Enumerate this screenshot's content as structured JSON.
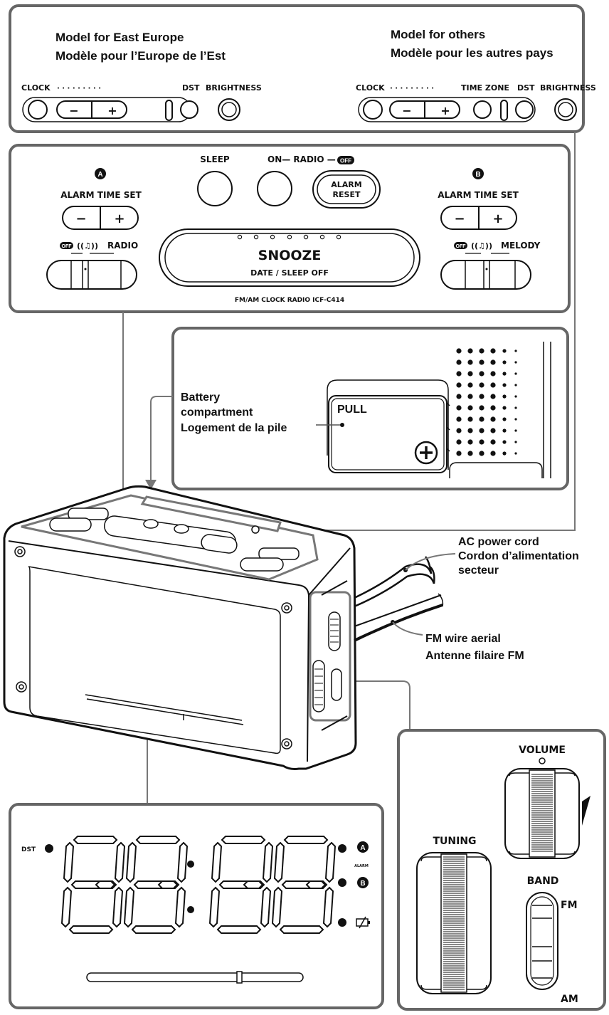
{
  "top_panel": {
    "east_europe_title_en": "Model for East Europe",
    "east_europe_title_fr": "Modèle pour l’Europe de l’Est",
    "others_title_en": "Model for others",
    "others_title_fr": "Modèle pour les autres pays",
    "clock": "CLOCK",
    "dots": "· · · · · · · · ·",
    "dst": "DST",
    "brightness": "BRIGHTNESS",
    "time_zone": "TIME ZONE",
    "minus": "−",
    "plus": "+"
  },
  "control_panel": {
    "marker_a": "A",
    "marker_b": "B",
    "alarm_time_set": "ALARM TIME SET",
    "sleep": "SLEEP",
    "on_radio": "ON— RADIO —",
    "off_badge": "OFF",
    "alarm": "ALARM",
    "reset": "RESET",
    "snooze": "SNOOZE",
    "date_sleep_off": "DATE / SLEEP OFF",
    "radio": "RADIO",
    "melody": "MELODY",
    "model": "FM/AM CLOCK RADIO   ICF-C414",
    "minus": "−",
    "plus": "+"
  },
  "battery_panel": {
    "pull": "PULL",
    "label_line1": "Battery",
    "label_line2": "compartment",
    "label_line3": "Logement de la pile"
  },
  "callouts": {
    "ac_en": "AC power cord",
    "ac_fr1": "Cordon d’alimentation",
    "ac_fr2": "secteur",
    "fm_en": "FM wire aerial",
    "fm_fr": "Antenne filaire FM"
  },
  "display_panel": {
    "dst": "DST",
    "alarm": "ALARM",
    "marker_a": "A",
    "marker_b": "B"
  },
  "side_panel": {
    "volume": "VOLUME",
    "tuning": "TUNING",
    "band": "BAND",
    "fm": "FM",
    "am": "AM"
  }
}
